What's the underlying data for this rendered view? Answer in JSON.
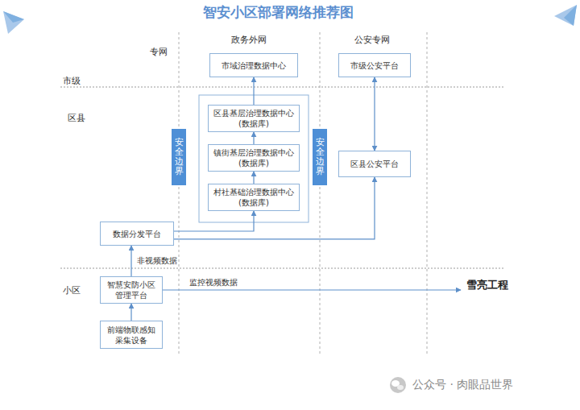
{
  "diagram": {
    "title": "智安小区部署网络推荐图",
    "nodes": [
      {
        "text": [
          "市域治理数据中心"
        ]
      },
      {
        "text": [
          "市级公安平台"
        ]
      },
      {
        "text": [
          "区县基层治理数据中心(数据库)"
        ]
      },
      {
        "text": [
          "镇街基层治理数据中心(数据库)"
        ]
      },
      {
        "text": [
          "村社基础治理数据中心(数据库)"
        ]
      },
      {
        "text": [
          "安全边界"
        ]
      },
      {
        "text": [
          "安全边界"
        ]
      },
      {
        "text": [
          "区县公安平台"
        ]
      },
      {
        "text": [
          "数据分发平台"
        ]
      },
      {
        "text": [
          "智慧安防小区管理平台"
        ]
      },
      {
        "text": [
          "前端物联感知采集设备"
        ]
      },
      {
        "text": [
          "雪亮工程"
        ]
      }
    ],
    "edges": [
      {
        "from": 10,
        "to": 9,
        "arrow": "to"
      },
      {
        "from": 9,
        "to": 8,
        "arrow": "to",
        "label": "非视频数据"
      },
      {
        "from": 8,
        "to": 4,
        "arrow": "to"
      },
      {
        "from": 8,
        "to": 7,
        "arrow": "to"
      },
      {
        "from": 4,
        "to": 3,
        "arrow": "to"
      },
      {
        "from": 3,
        "to": 2,
        "arrow": "to"
      },
      {
        "from": 2,
        "to": 0,
        "arrow": "to"
      },
      {
        "from": 7,
        "to": 1,
        "arrow": "both"
      },
      {
        "from": 9,
        "to": 11,
        "arrow": "to",
        "label": "监控视频数据"
      }
    ],
    "labels": [
      "专网",
      "政务外网",
      "公安专网",
      "市级",
      "区县",
      "小区",
      "公众号 · 肉眼品世界"
    ]
  }
}
